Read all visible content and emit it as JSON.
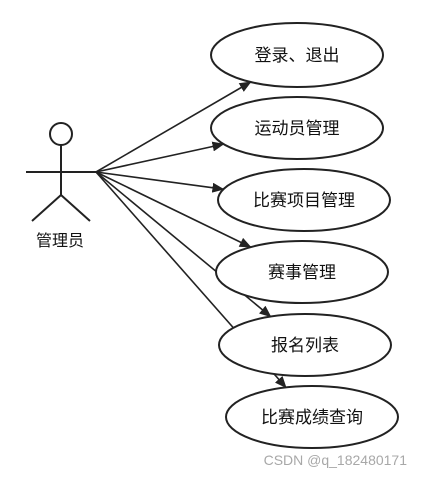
{
  "diagram": {
    "actor": {
      "label": "管理员"
    },
    "use_cases": [
      {
        "label": "登录、退出"
      },
      {
        "label": "运动员管理"
      },
      {
        "label": "比赛项目管理"
      },
      {
        "label": "赛事管理"
      },
      {
        "label": "报名列表"
      },
      {
        "label": "比赛成绩查询"
      }
    ]
  },
  "watermark": "CSDN @q_182480171",
  "colors": {
    "stroke": "#222222",
    "text": "#111111",
    "watermark": "#a8a8a8"
  }
}
